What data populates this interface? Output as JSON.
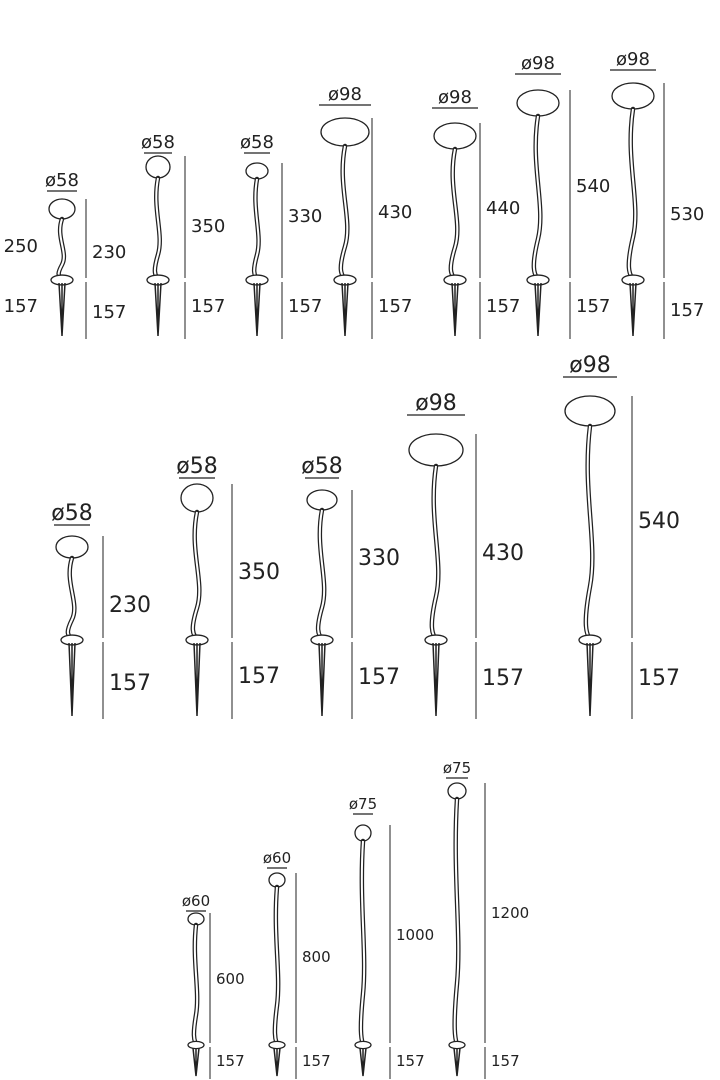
{
  "rows": [
    {
      "lamps": [
        {
          "diameter": "ø58",
          "height": "230",
          "spike": "157",
          "left_height": "250",
          "left_spike": "157"
        },
        {
          "diameter": "ø58",
          "height": "350",
          "spike": "157"
        },
        {
          "diameter": "ø58",
          "height": "330",
          "spike": "157"
        },
        {
          "diameter": "ø98",
          "height": "430",
          "spike": "157"
        },
        {
          "diameter": "ø98",
          "height": "440",
          "spike": "157"
        },
        {
          "diameter": "ø98",
          "height": "540",
          "spike": "157"
        },
        {
          "diameter": "ø98",
          "height": "530",
          "spike": "157"
        }
      ]
    },
    {
      "lamps": [
        {
          "diameter": "ø58",
          "height": "230",
          "spike": "157"
        },
        {
          "diameter": "ø58",
          "height": "350",
          "spike": "157"
        },
        {
          "diameter": "ø58",
          "height": "330",
          "spike": "157"
        },
        {
          "diameter": "ø98",
          "height": "430",
          "spike": "157"
        },
        {
          "diameter": "ø98",
          "height": "540",
          "spike": "157"
        }
      ]
    },
    {
      "lamps": [
        {
          "diameter": "ø60",
          "height": "600",
          "spike": "157"
        },
        {
          "diameter": "ø60",
          "height": "800",
          "spike": "157"
        },
        {
          "diameter": "ø75",
          "height": "1000",
          "spike": "157"
        },
        {
          "diameter": "ø75",
          "height": "1200",
          "spike": "157"
        }
      ]
    }
  ],
  "colors": {
    "line": "#222222",
    "background": "#ffffff"
  }
}
